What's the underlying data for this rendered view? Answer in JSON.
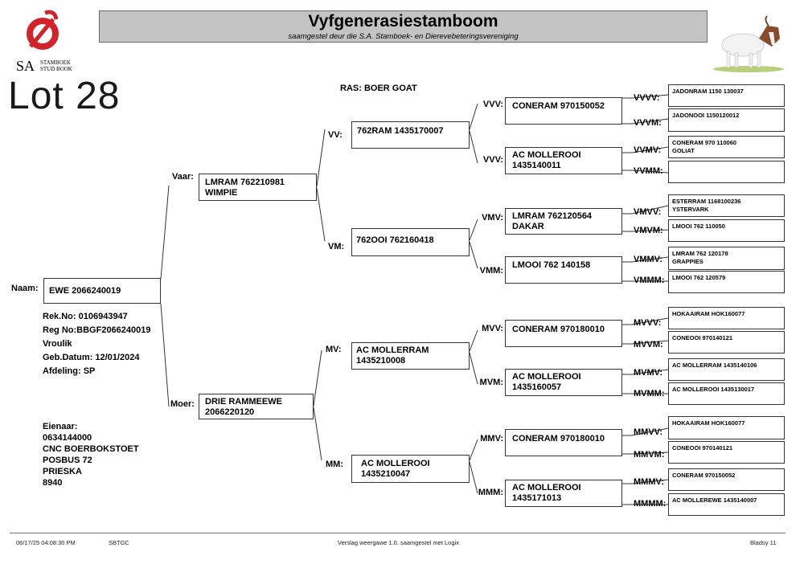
{
  "header": {
    "title": "Vyfgenerasiestamboom",
    "subtitle": "saamgestel deur die S.A. Stamboek- en Dierevebeteringsvereniging"
  },
  "logo": {
    "abbr": "SA",
    "line1": "STAMBOEK",
    "line2": "STUD BOOK",
    "color": "#d2232a"
  },
  "lot": "Lot 28",
  "breed": "RAS: BOER GOAT",
  "animal": {
    "label": "Naam:",
    "name": "EWE 2066240019",
    "details": [
      "Rek.No: 0106943947",
      "Reg No:BBGF2066240019",
      "Vroulik",
      "Geb.Datum: 12/01/2024",
      "Afdeling: SP"
    ],
    "owner": [
      "Eienaar:",
      "0634144000",
      "CNC BOERBOKSTOET",
      "POSBUS 72",
      "PRIESKA",
      "8940"
    ]
  },
  "gen1": [
    {
      "code": "Vaar:",
      "name": "LMRAM 762210981\nWIMPIE"
    },
    {
      "code": "Moer:",
      "name": "DRIE RAMMEEWE\n2066220120"
    }
  ],
  "gen2": [
    {
      "code": "VV:",
      "name": "762RAM 1435170007"
    },
    {
      "code": "VM:",
      "name": "762OOI 762160418"
    },
    {
      "code": "MV:",
      "name": "AC MOLLERRAM\n1435210008"
    },
    {
      "code": "MM:",
      "name": "AC MOLLEROOI\n1435210047"
    }
  ],
  "gen3": [
    {
      "code": "VVV:",
      "name": "CONERAM 970150052"
    },
    {
      "code": "VVV:",
      "name": "AC MOLLEROOI\n1435140011"
    },
    {
      "code": "VMV:",
      "name": "LMRAM 762120564\nDAKAR"
    },
    {
      "code": "VMM:",
      "name": "LMOOI 762 140158"
    },
    {
      "code": "MVV:",
      "name": "CONERAM 970180010"
    },
    {
      "code": "MVM:",
      "name": "AC MOLLEROOI\n1435160057"
    },
    {
      "code": "MMV:",
      "name": "CONERAM 970180010"
    },
    {
      "code": "MMM:",
      "name": "AC MOLLEROOI\n1435171013"
    }
  ],
  "gen4": [
    {
      "code": "VVVV:",
      "name": "JADONRAM 1150 130037"
    },
    {
      "code": "VVVM:",
      "name": "JADONOOI 1150120012"
    },
    {
      "code": "VVMV:",
      "name": "CONERAM 970 110060\nGOLIAT"
    },
    {
      "code": "VVMM:",
      "name": ""
    },
    {
      "code": "VMVV:",
      "name": "ESTERRAM 1168100236\nYSTERVARK"
    },
    {
      "code": "VMVM:",
      "name": "LMOOI 762 110050"
    },
    {
      "code": "VMMV:",
      "name": "LMRAM 762 120178\nGRAPPIES"
    },
    {
      "code": "VMMM:",
      "name": "LMOOI 762 120579"
    },
    {
      "code": "MVVV:",
      "name": "HOKAAIRAM HOK160077"
    },
    {
      "code": "MVVM:",
      "name": "CONEOOI 970140121"
    },
    {
      "code": "MVMV:",
      "name": "AC MOLLERRAM 1435140106"
    },
    {
      "code": "MVMM:",
      "name": "AC MOLLEROOI 1435130017"
    },
    {
      "code": "MMVV:",
      "name": "HOKAAIRAM HOK160077"
    },
    {
      "code": "MMVM:",
      "name": "CONEOOI 970140121"
    },
    {
      "code": "MMMV:",
      "name": "CONERAM 970150052"
    },
    {
      "code": "MMMM:",
      "name": "AC MOLLEREWE 1435140007"
    }
  ],
  "footer": {
    "datetime": "06/17/25 04:08:30 PM",
    "code": "SBTGC",
    "report": "Verslag weergawe 1.0. saamgestel met Logix",
    "page": "Bladsy 11"
  }
}
